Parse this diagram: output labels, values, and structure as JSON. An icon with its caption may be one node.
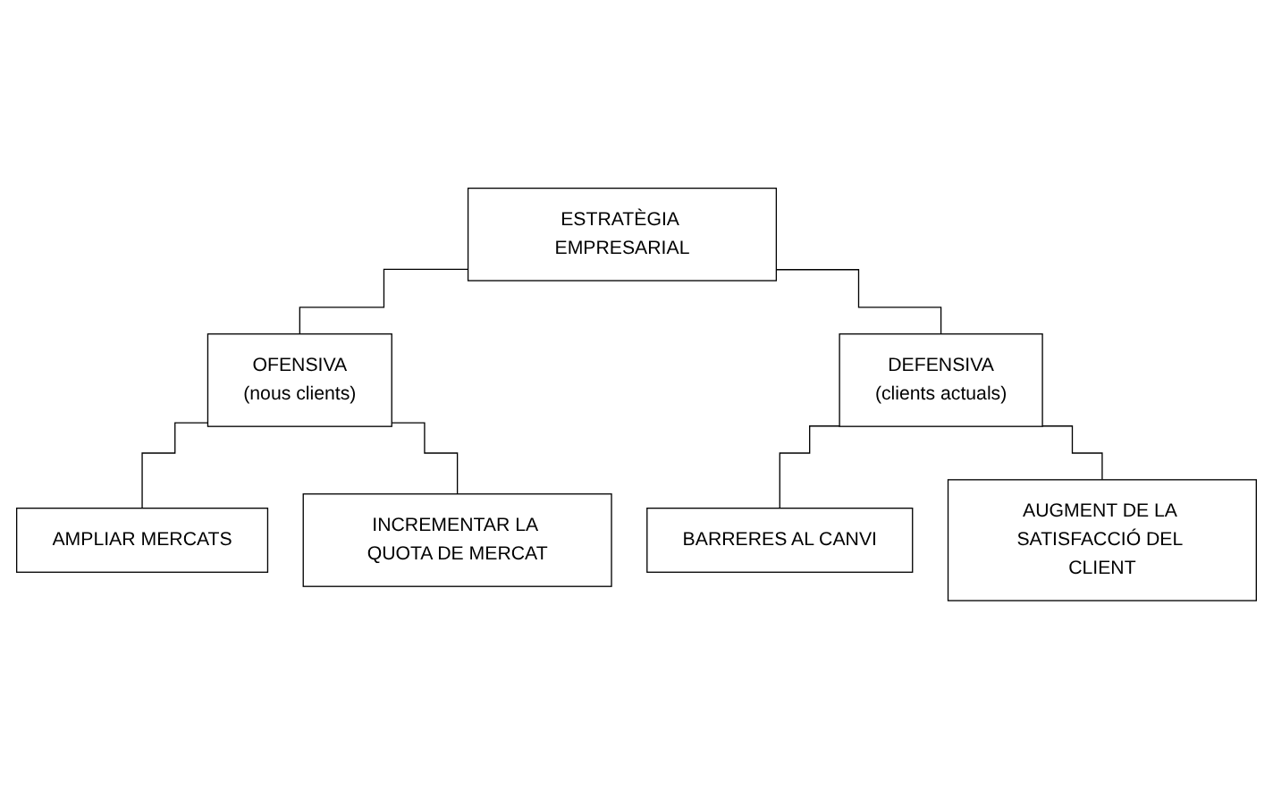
{
  "diagram": {
    "nodes": [
      {
        "text": [
          "ESTRATÈGIA EMPRESARIAL"
        ]
      },
      {
        "text": [
          "OFENSIVA",
          "(nous clients)"
        ]
      },
      {
        "text": [
          "DEFENSIVA",
          "(clients actuals)"
        ]
      },
      {
        "text": [
          "AMPLIAR MERCATS"
        ]
      },
      {
        "text": [
          "INCREMENTAR LA QUOTA DE MERCAT"
        ]
      },
      {
        "text": [
          "BARRERES AL CANVI"
        ]
      },
      {
        "text": [
          "AUGMENT DE LA SATISFACCIÓ DEL CLIENT"
        ]
      }
    ],
    "edges": [
      {
        "from": 0,
        "to": 1,
        "arrow": "none"
      },
      {
        "from": 0,
        "to": 2,
        "arrow": "none"
      },
      {
        "from": 1,
        "to": 3,
        "arrow": "none"
      },
      {
        "from": 1,
        "to": 4,
        "arrow": "none"
      },
      {
        "from": 2,
        "to": 5,
        "arrow": "none"
      },
      {
        "from": 2,
        "to": 6,
        "arrow": "none"
      }
    ]
  }
}
